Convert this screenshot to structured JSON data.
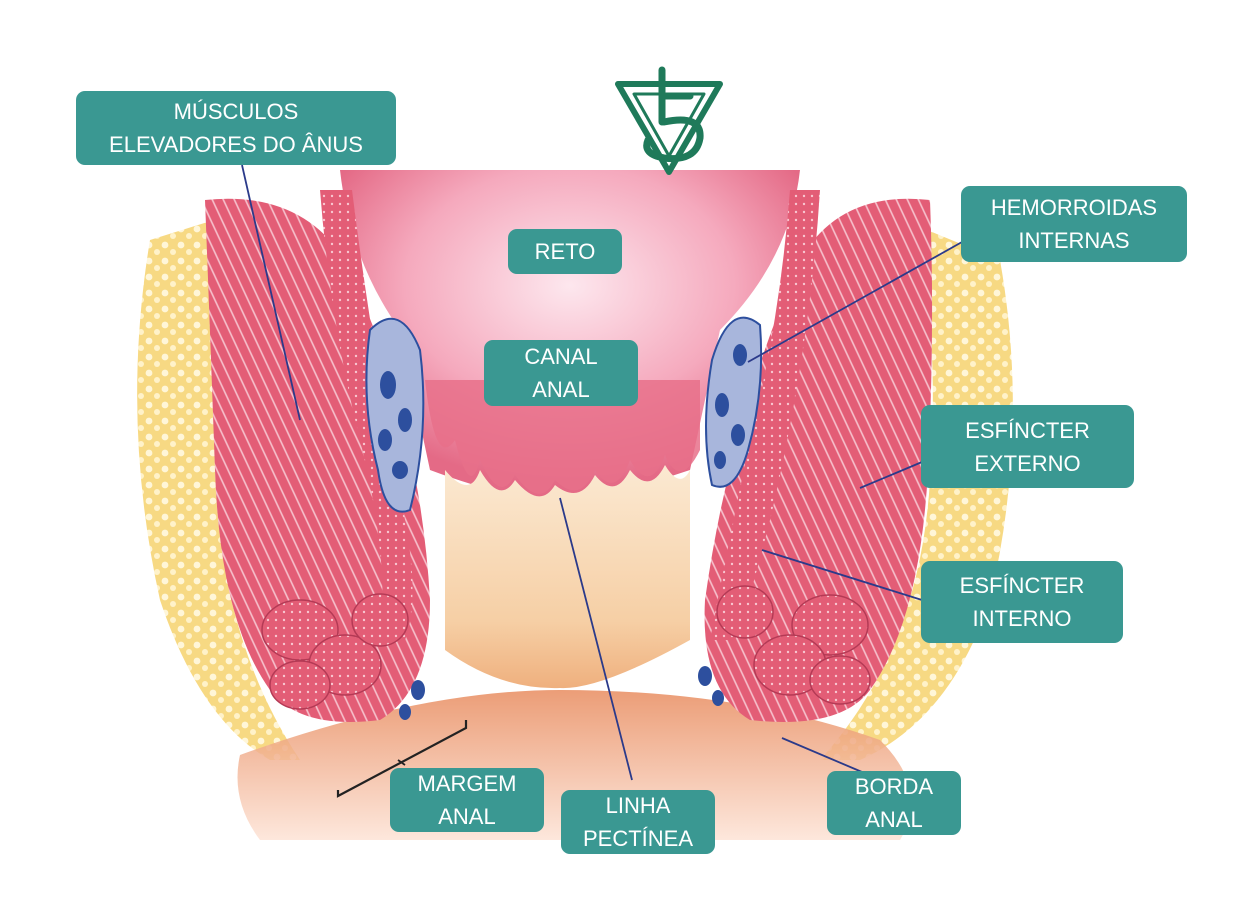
{
  "diagram": {
    "labels": {
      "levator": "MÚSCULOS\nELEVADORES DO ÂNUS",
      "reto": "RETO",
      "canal_anal": "CANAL\nANAL",
      "hemorroidas": "HEMORROIDAS\nINTERNAS",
      "esfincter_externo": "ESFÍNCTER\nEXTERNO",
      "esfincter_interno": "ESFÍNCTER\nINTERNO",
      "margem_anal": "MARGEM\nANAL",
      "linha_pectinea": "LINHA\nPECTÍNEA",
      "borda_anal": "BORDA\nANAL"
    },
    "colors": {
      "label_bg": "#3a9892",
      "logo": "#1f7a5a",
      "fat": "#f6d98a",
      "muscle": "#e9647a",
      "mucosa": "#f3a6b8",
      "vein": "#2d4f9e",
      "skin": "#f4b07a"
    }
  }
}
